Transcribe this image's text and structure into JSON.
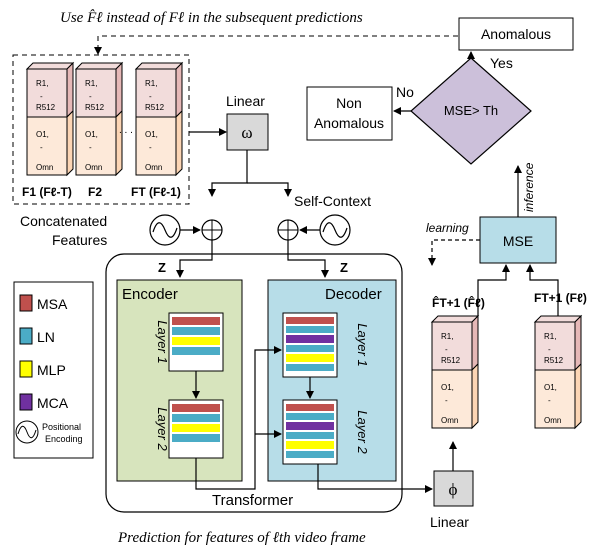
{
  "caption_top": "Use F̂ℓ instead of Fℓ in the subsequent predictions",
  "caption_bottom": "Prediction for features of ℓth video frame",
  "feature_block": {
    "r_top": "R1,",
    "dash": "-",
    "r_bottom": "R512",
    "o_top": "O1,",
    "o_bottom": "Omn",
    "dots": ". . .",
    "labels": [
      "F1 (Fℓ-T)",
      "F2",
      "FT (Fℓ-1)"
    ],
    "title_line1": "Concatenated",
    "title_line2": "Features"
  },
  "linear_top_label": "Linear",
  "omega_symbol": "ω",
  "self_context": "Self-Context",
  "z_left": "Z",
  "z_right": "Z",
  "encoder_title": "Encoder",
  "decoder_title": "Decoder",
  "layer1": "Layer 1",
  "layer2": "Layer 2",
  "transformer_label": "Transformer",
  "phi_symbol": "ϕ",
  "linear_bottom_label": "Linear",
  "legend": {
    "items": [
      {
        "label": "MSA",
        "color": "#c0504d"
      },
      {
        "label": "LN",
        "color": "#4bacc6"
      },
      {
        "label": "MLP",
        "color": "#ffff00"
      },
      {
        "label": "MCA",
        "color": "#7030a0"
      }
    ],
    "positional_line1": "Positional",
    "positional_line2": "Encoding"
  },
  "mse_box": "MSE",
  "decision_text": "MSE> Th",
  "no_label": "No",
  "yes_label": "Yes",
  "anomalous": "Anomalous",
  "non_anomalous_line1": "Non",
  "non_anomalous_line2": "Anomalous",
  "learning_label": "learning",
  "inference_label": "inference",
  "pred_label": "F̂T+1 (F̂ℓ)",
  "gt_label": "FT+1 (Fℓ)",
  "colors": {
    "feature_top": "#f2dcdb",
    "feature_bottom": "#fde9d9",
    "encoder_bg": "#d7e4bd",
    "decoder_bg": "#b7dde8",
    "mse_bg": "#b7dde8",
    "diamond_bg": "#ccc0da",
    "op_bg": "#d9d9d9"
  }
}
